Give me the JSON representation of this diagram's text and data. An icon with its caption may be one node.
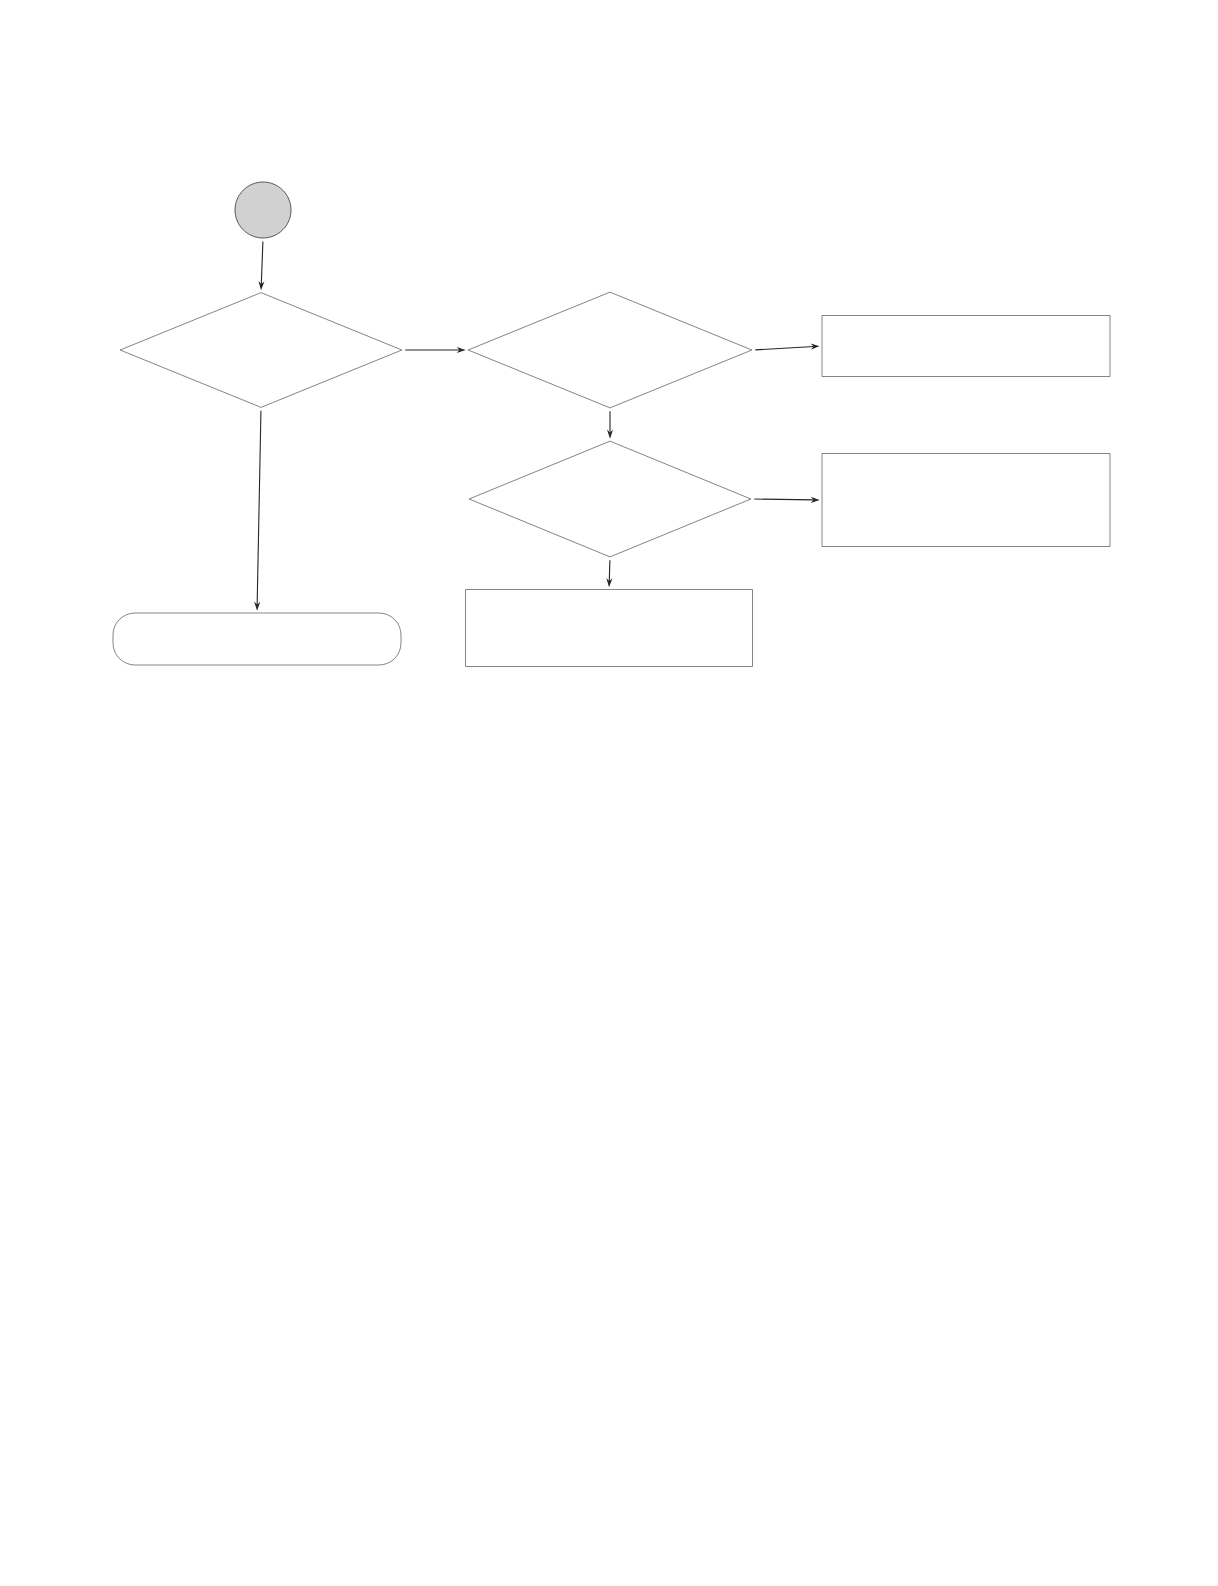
{
  "diagram": {
    "nodes": [
      {
        "text": [],
        "shape": "circle"
      },
      {
        "text": [],
        "shape": "diamond"
      },
      {
        "text": [],
        "shape": "diamond"
      },
      {
        "text": [],
        "shape": "box"
      },
      {
        "text": [],
        "shape": "diamond"
      },
      {
        "text": [],
        "shape": "box"
      },
      {
        "text": [],
        "shape": "box"
      },
      {
        "text": [],
        "shape": "capsule"
      }
    ],
    "edges": [
      {
        "from": 0,
        "to": 1,
        "arrow": "to"
      },
      {
        "from": 1,
        "to": 2,
        "arrow": "to"
      },
      {
        "from": 2,
        "to": 3,
        "arrow": "to"
      },
      {
        "from": 2,
        "to": 4,
        "arrow": "to"
      },
      {
        "from": 4,
        "to": 5,
        "arrow": "to"
      },
      {
        "from": 4,
        "to": 6,
        "arrow": "to"
      },
      {
        "from": 1,
        "to": 7,
        "arrow": "to"
      }
    ]
  }
}
